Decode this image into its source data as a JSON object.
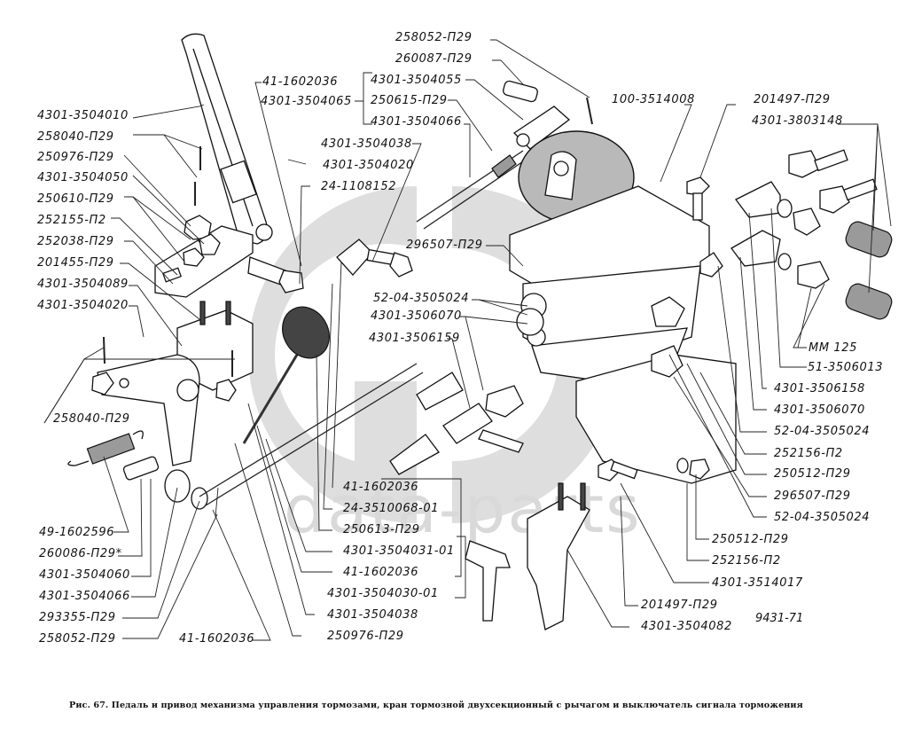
{
  "figure": {
    "caption": "Рис. 67.  Педаль и привод механизма управления тормозами, кран тормозной двухсекционный с рычагом и выключатель сигнала торможения",
    "drawing_code": "9431-71",
    "watermark": "data-parts",
    "watermark_logo": "GD"
  },
  "labels": {
    "left": [
      "4301-3504010",
      "258040-П29",
      "250976-П29",
      "4301-3504050",
      "250610-П29",
      "252155-П2",
      "252038-П29",
      "201455-П29",
      "4301-3504089",
      "4301-3504020",
      "258040-П29",
      "49-1602596",
      "260086-П29*",
      "4301-3504060",
      "4301-3504066",
      "293355-П29",
      "258052-П29"
    ],
    "top_center": [
      "41-1602036",
      "4301-3504065",
      "4301-3504038",
      "4301-3504020",
      "24-1108152",
      "258052-П29",
      "260087-П29",
      "4301-3504055",
      "250615-П29",
      "4301-3504066"
    ],
    "top_right": [
      "100-3514008",
      "201497-П29",
      "4301-3803148"
    ],
    "center": [
      "296507-П29",
      "52-04-3505024",
      "4301-3506070",
      "4301-3506159"
    ],
    "right": [
      "MM 125",
      "51-3506013",
      "4301-3506158",
      "4301-3506070",
      "52-04-3505024",
      "252156-П2",
      "250512-П29",
      "296507-П29",
      "52-04-3505024"
    ],
    "bottom_center": [
      "41-1602036",
      "24-3510068-01",
      "250613-П29",
      "4301-3504031-01",
      "41-1602036",
      "4301-3504030-01",
      "4301-3504038",
      "250976-П29",
      "41-1602036"
    ],
    "bottom_right": [
      "250512-П29",
      "252156-П2",
      "4301-3514017",
      "201497-П29",
      "4301-3504082"
    ]
  }
}
